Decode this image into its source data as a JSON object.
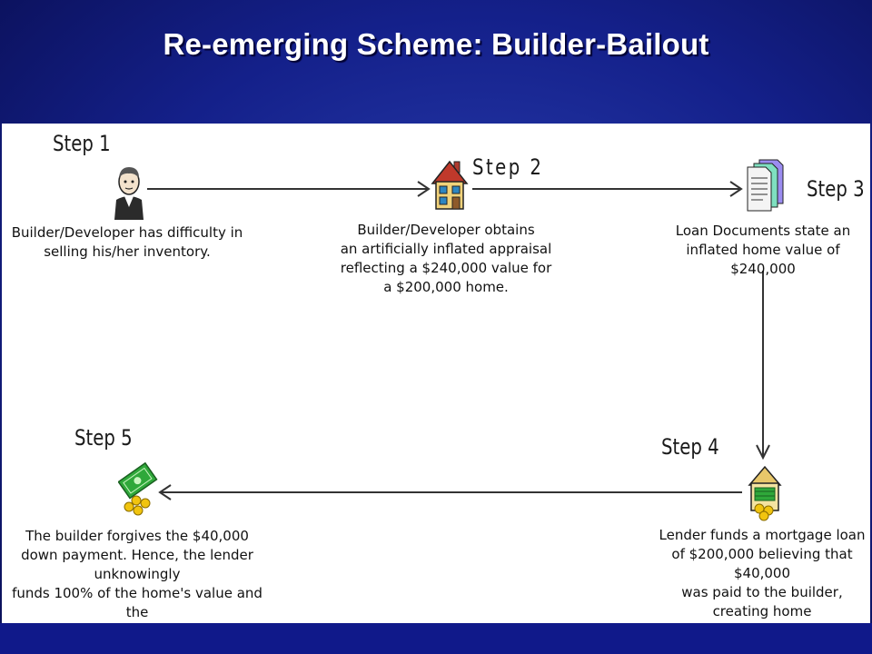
{
  "title": "Re-emerging Scheme: Builder-Bailout",
  "steps": [
    {
      "label": "Step 1",
      "icon": "person-icon",
      "text": "Builder/Developer has difficulty in\nselling his/her inventory."
    },
    {
      "label": "Step 2",
      "icon": "house-icon",
      "text": "Builder/Developer obtains\nan artificially inflated appraisal\nreflecting a $240,000 value for\na $200,000 home."
    },
    {
      "label": "Step 3",
      "icon": "documents-icon",
      "text": "Loan Documents state an\ninflated home value of $240,000"
    },
    {
      "label": "Step 4",
      "icon": "bank-money-icon",
      "text": "Lender funds a mortgage loan\nof $200,000 believing that $40,000\nwas paid to the builder, creating home\nequity."
    },
    {
      "label": "Step 5",
      "icon": "cash-coins-icon",
      "text": "The builder forgives the $40,000\ndown payment.  Hence, the lender unknowingly\nfunds 100% of the home's value and the\nBuilder/Developer keeps any profits."
    }
  ],
  "colors": {
    "background": "#14208a",
    "panel": "#ffffff",
    "house_roof": "#c0392b",
    "money": "#2fa83a"
  }
}
